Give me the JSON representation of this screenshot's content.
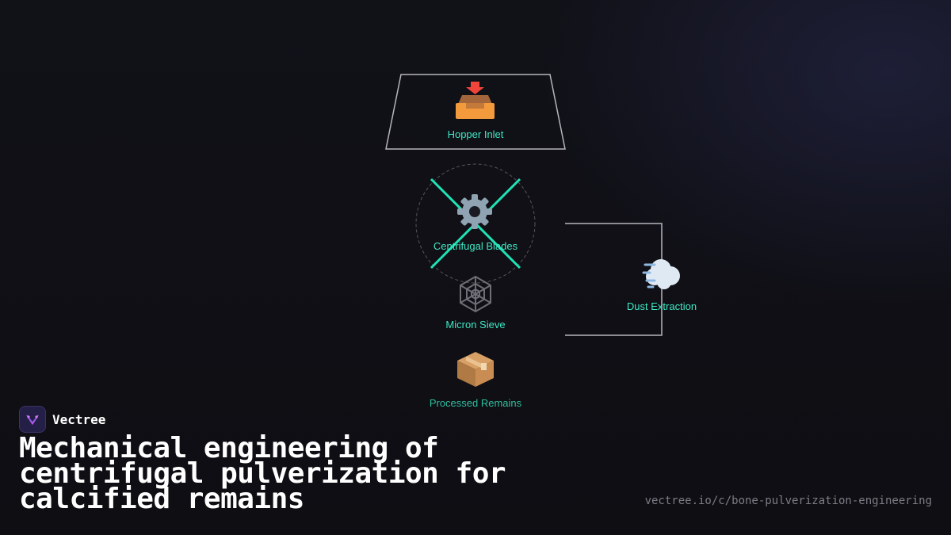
{
  "diagram": {
    "nodes": {
      "hopper": {
        "icon": "inbox-tray-icon",
        "glyph": "📥",
        "label": "Hopper Inlet"
      },
      "blades": {
        "icon": "gear-icon",
        "glyph": "⚙️",
        "label": "Centrifugal Blades"
      },
      "sieve": {
        "icon": "web-icon",
        "glyph": "🕸️",
        "label": "Micron Sieve"
      },
      "remains": {
        "icon": "package-icon",
        "glyph": "📦",
        "label": "Processed Remains"
      },
      "dust": {
        "icon": "dash-wind-icon",
        "glyph": "💨",
        "label": "Dust Extraction"
      }
    },
    "colors": {
      "label": "#3ee8c4",
      "label_dim": "#2fbf9f",
      "blade_cross": "#20e3b5",
      "outline": "#b5b5bb",
      "dashed_circle": "#55555e",
      "sieve_glyph": "#6e6e76"
    }
  },
  "brand": {
    "name": "Vectree",
    "logo_icon": "vectree-logo-icon",
    "logo_color": "#b557e8"
  },
  "title": "Mechanical engineering of centrifugal pulverization for calcified remains",
  "url": "vectree.io/c/bone-pulverization-engineering"
}
